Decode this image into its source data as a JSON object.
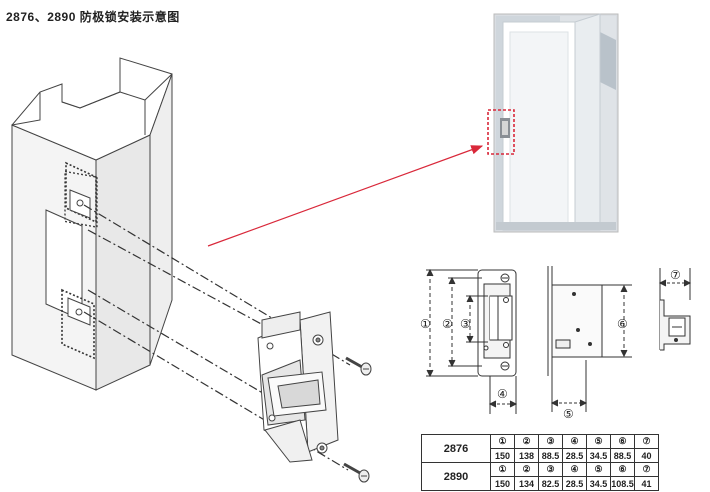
{
  "title": "2876、2890 防极锁安装示意图",
  "callouts": [
    "①",
    "②",
    "③",
    "④",
    "⑤",
    "⑥",
    "⑦"
  ],
  "colors": {
    "pointer_arrow": "#d9283a",
    "line": "#333333",
    "wall": "#f2f2f2",
    "photo_wall": "#d9dde2"
  },
  "table": {
    "rows": [
      {
        "model": "2876",
        "circles": [
          "①",
          "②",
          "③",
          "④",
          "⑤",
          "⑥",
          "⑦"
        ],
        "values": [
          "150",
          "138",
          "88.5",
          "28.5",
          "34.5",
          "88.5",
          "40"
        ]
      },
      {
        "model": "2890",
        "circles": [
          "①",
          "②",
          "③",
          "④",
          "⑤",
          "⑥",
          "⑦"
        ],
        "values": [
          "150",
          "134",
          "82.5",
          "28.5",
          "34.5",
          "108.5",
          "41"
        ]
      }
    ]
  }
}
